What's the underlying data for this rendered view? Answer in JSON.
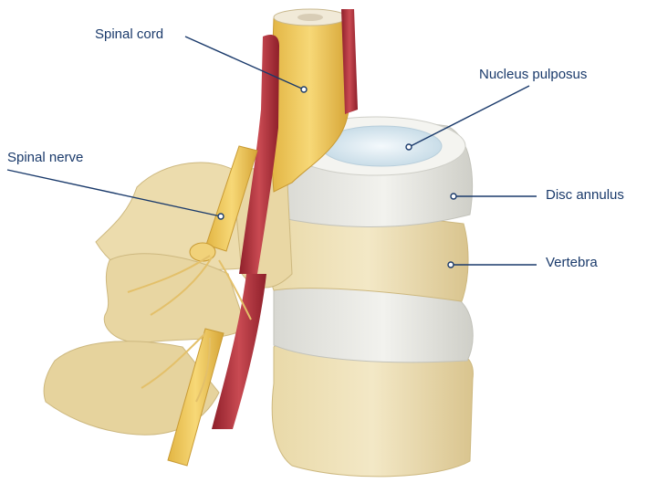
{
  "labels": {
    "spinal_cord": "Spinal cord",
    "nucleus_pulposus": "Nucleus pulposus",
    "spinal_nerve": "Spinal nerve",
    "disc_annulus": "Disc annulus",
    "vertebra": "Vertebra"
  },
  "colors": {
    "label_text": "#1a3a6b",
    "leader_line": "#1a3a6b",
    "bone": "#eee0b8",
    "bone_shadow": "#d8c58f",
    "disc": "#e6e6e2",
    "nucleus": "#dceaf2",
    "nerve": "#f0c85a",
    "vessel": "#b8323e"
  }
}
